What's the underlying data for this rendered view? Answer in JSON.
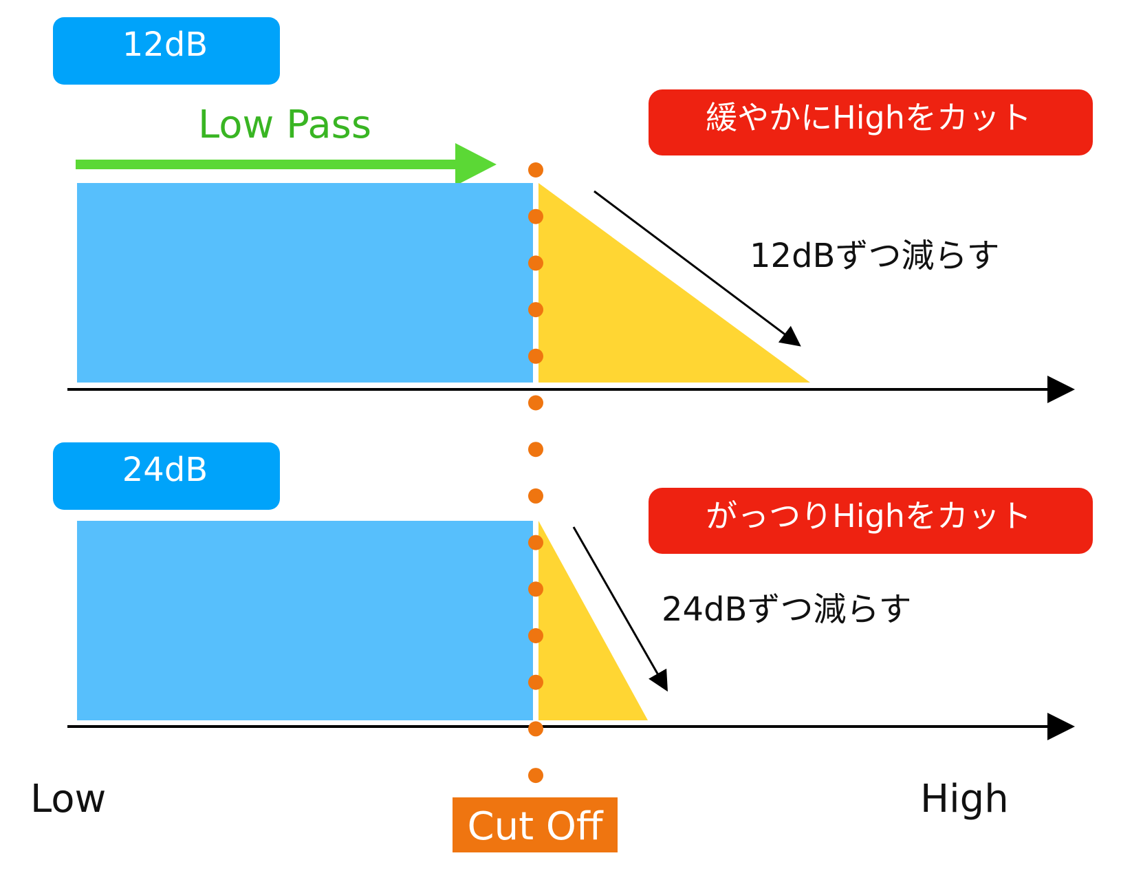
{
  "colors": {
    "passband_fill": "#57BFFC",
    "slope_fill": "#FFD633",
    "badge_blue": "#00A3FA",
    "badge_red": "#EE2211",
    "low_pass_arrow": "#5BD835",
    "low_pass_text": "#39B523",
    "cutoff_dots": "#EF7510",
    "cutoff_label_bg": "#EF7510",
    "axis": "#000000"
  },
  "panels": [
    {
      "badge": "12dB",
      "description": "緩やかにHighをカット",
      "slope_label": "12dBずつ減らす"
    },
    {
      "badge": "24dB",
      "description": "がっつりHighをカット",
      "slope_label": "24dBずつ減らす"
    }
  ],
  "low_pass_label": "Low Pass",
  "cutoff_label": "Cut Off",
  "axis_labels": {
    "low": "Low",
    "high": "High"
  },
  "icons": {
    "low_pass_arrow": "right-arrow-icon",
    "slope_arrow": "down-right-arrow-icon",
    "axis_arrow": "right-arrow-icon"
  }
}
